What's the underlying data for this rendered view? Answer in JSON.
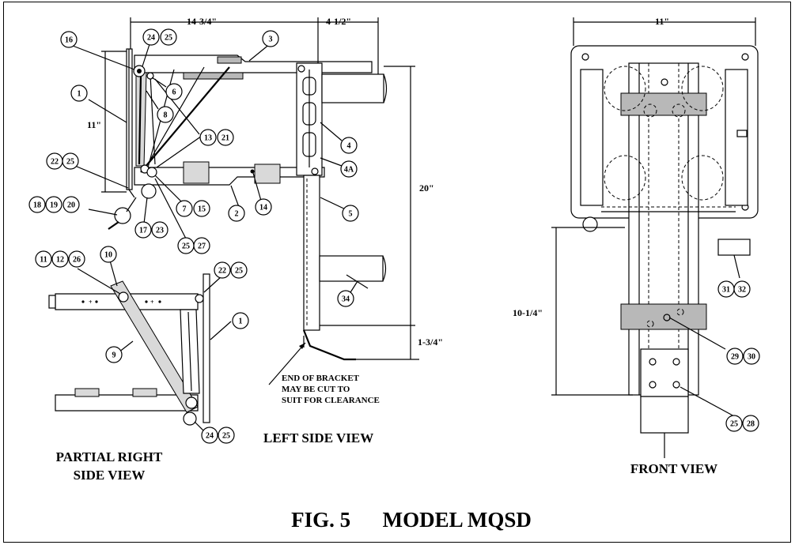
{
  "title": "FIG. 5      MODEL MQSD",
  "views": {
    "left_side": "LEFT SIDE VIEW",
    "partial_right_line1": "PARTIAL RIGHT",
    "partial_right_line2": "SIDE VIEW",
    "front": "FRONT VIEW"
  },
  "note": {
    "line1": "END OF BRACKET",
    "line2": "MAY BE CUT TO",
    "line3": "SUIT FOR CLEARANCE"
  },
  "dimensions": {
    "width_top": "14-3/4\"",
    "offset_top": "4-1/2\"",
    "height_left": "11\"",
    "height_right": "20\"",
    "bottom_right": "1-3/4\"",
    "front_width": "11\"",
    "front_height": "10-1/4\""
  },
  "callouts": [
    {
      "id": "c16",
      "text": "16"
    },
    {
      "id": "c24a",
      "text": "24"
    },
    {
      "id": "c25a",
      "text": "25"
    },
    {
      "id": "c3",
      "text": "3"
    },
    {
      "id": "c1a",
      "text": "1"
    },
    {
      "id": "c6",
      "text": "6"
    },
    {
      "id": "c8",
      "text": "8"
    },
    {
      "id": "c13",
      "text": "13"
    },
    {
      "id": "c21",
      "text": "21"
    },
    {
      "id": "c4",
      "text": "4"
    },
    {
      "id": "c4a",
      "text": "4A"
    },
    {
      "id": "c22a",
      "text": "22"
    },
    {
      "id": "c25b",
      "text": "25"
    },
    {
      "id": "c18",
      "text": "18"
    },
    {
      "id": "c19",
      "text": "19"
    },
    {
      "id": "c20",
      "text": "20"
    },
    {
      "id": "c7",
      "text": "7"
    },
    {
      "id": "c15",
      "text": "15"
    },
    {
      "id": "c2",
      "text": "2"
    },
    {
      "id": "c14",
      "text": "14"
    },
    {
      "id": "c5",
      "text": "5"
    },
    {
      "id": "c17",
      "text": "17"
    },
    {
      "id": "c23",
      "text": "23"
    },
    {
      "id": "c25c",
      "text": "25"
    },
    {
      "id": "c27",
      "text": "27"
    },
    {
      "id": "c11",
      "text": "11"
    },
    {
      "id": "c12",
      "text": "12"
    },
    {
      "id": "c26",
      "text": "26"
    },
    {
      "id": "c10",
      "text": "10"
    },
    {
      "id": "c22b",
      "text": "22"
    },
    {
      "id": "c25d",
      "text": "25"
    },
    {
      "id": "c1b",
      "text": "1"
    },
    {
      "id": "c9",
      "text": "9"
    },
    {
      "id": "c34",
      "text": "34"
    },
    {
      "id": "c24b",
      "text": "24"
    },
    {
      "id": "c25e",
      "text": "25"
    },
    {
      "id": "c31",
      "text": "31"
    },
    {
      "id": "c32",
      "text": "32"
    },
    {
      "id": "c29",
      "text": "29"
    },
    {
      "id": "c30",
      "text": "30"
    },
    {
      "id": "c25f",
      "text": "25"
    },
    {
      "id": "c28",
      "text": "28"
    }
  ]
}
